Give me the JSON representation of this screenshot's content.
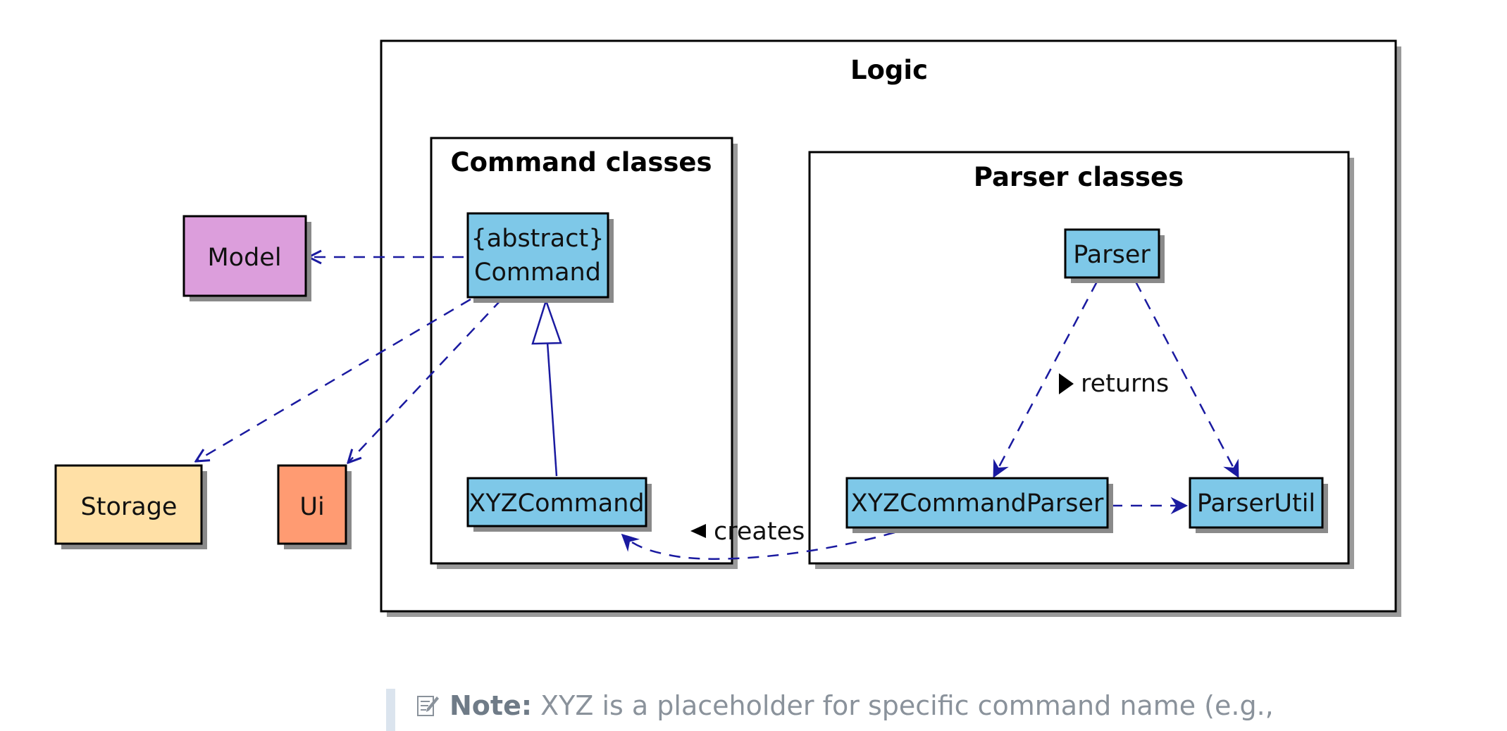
{
  "packages": {
    "logic": "Logic",
    "command": "Command classes",
    "parser": "Parser classes"
  },
  "classes": {
    "model": "Model",
    "storage": "Storage",
    "ui": "Ui",
    "command_stereotype": "{abstract}",
    "command": "Command",
    "xyz_command": "XYZCommand",
    "parser": "Parser",
    "xyz_command_parser": "XYZCommandParser",
    "parser_util": "ParserUtil"
  },
  "relations": {
    "returns": "returns",
    "creates": "creates"
  },
  "note": {
    "label": "Note:",
    "text": " XYZ is a placeholder for specific command name (e.g.,"
  },
  "colors": {
    "model": "#dc9edc",
    "storage": "#ffe0a6",
    "ui": "#ff9b72",
    "class": "#7ec8e8",
    "arrow": "#1a1aa0"
  }
}
